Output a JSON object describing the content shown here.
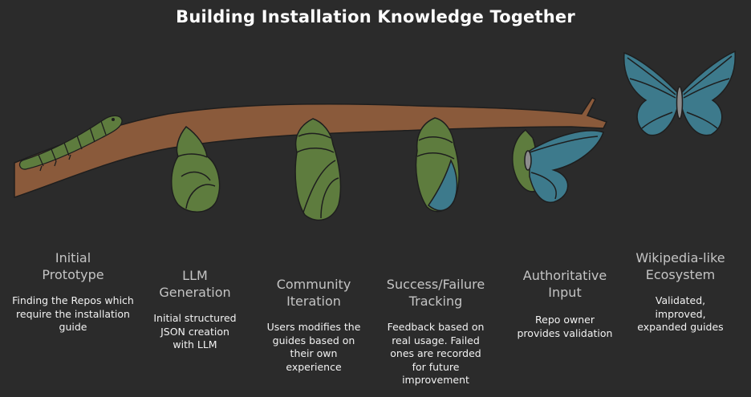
{
  "title": "Building Installation Knowledge Together",
  "colors": {
    "background": "#2b2b2b",
    "branch": "#8a5a3b",
    "green": "#5e7c3e",
    "blue": "#3d7a8c",
    "outline": "#1e1e1e"
  },
  "stages": [
    {
      "icon": "caterpillar-icon",
      "title_lines": [
        "Initial",
        "Prototype"
      ],
      "desc_lines": [
        "Finding the Repos which",
        "require the installation",
        "guide"
      ]
    },
    {
      "icon": "cocoon-icon",
      "title_lines": [
        "LLM",
        "Generation"
      ],
      "desc_lines": [
        "Initial structured",
        "JSON creation",
        "with LLM"
      ]
    },
    {
      "icon": "chrysalis-icon",
      "title_lines": [
        "Community",
        "Iteration"
      ],
      "desc_lines": [
        "Users modifies the",
        "guides based on",
        "their own",
        "experience"
      ]
    },
    {
      "icon": "emerging-chrysalis-icon",
      "title_lines": [
        "Success/Failure",
        "Tracking"
      ],
      "desc_lines": [
        "Feedback based on",
        "real usage. Failed",
        "ones are recorded",
        "for future",
        "improvement"
      ]
    },
    {
      "icon": "butterfly-emerging-icon",
      "title_lines": [
        "Authoritative",
        "Input"
      ],
      "desc_lines": [
        "Repo owner",
        "provides validation"
      ]
    },
    {
      "icon": "butterfly-icon",
      "title_lines": [
        "Wikipedia-like",
        "Ecosystem"
      ],
      "desc_lines": [
        "Validated,",
        "improved,",
        "expanded guides"
      ]
    }
  ]
}
